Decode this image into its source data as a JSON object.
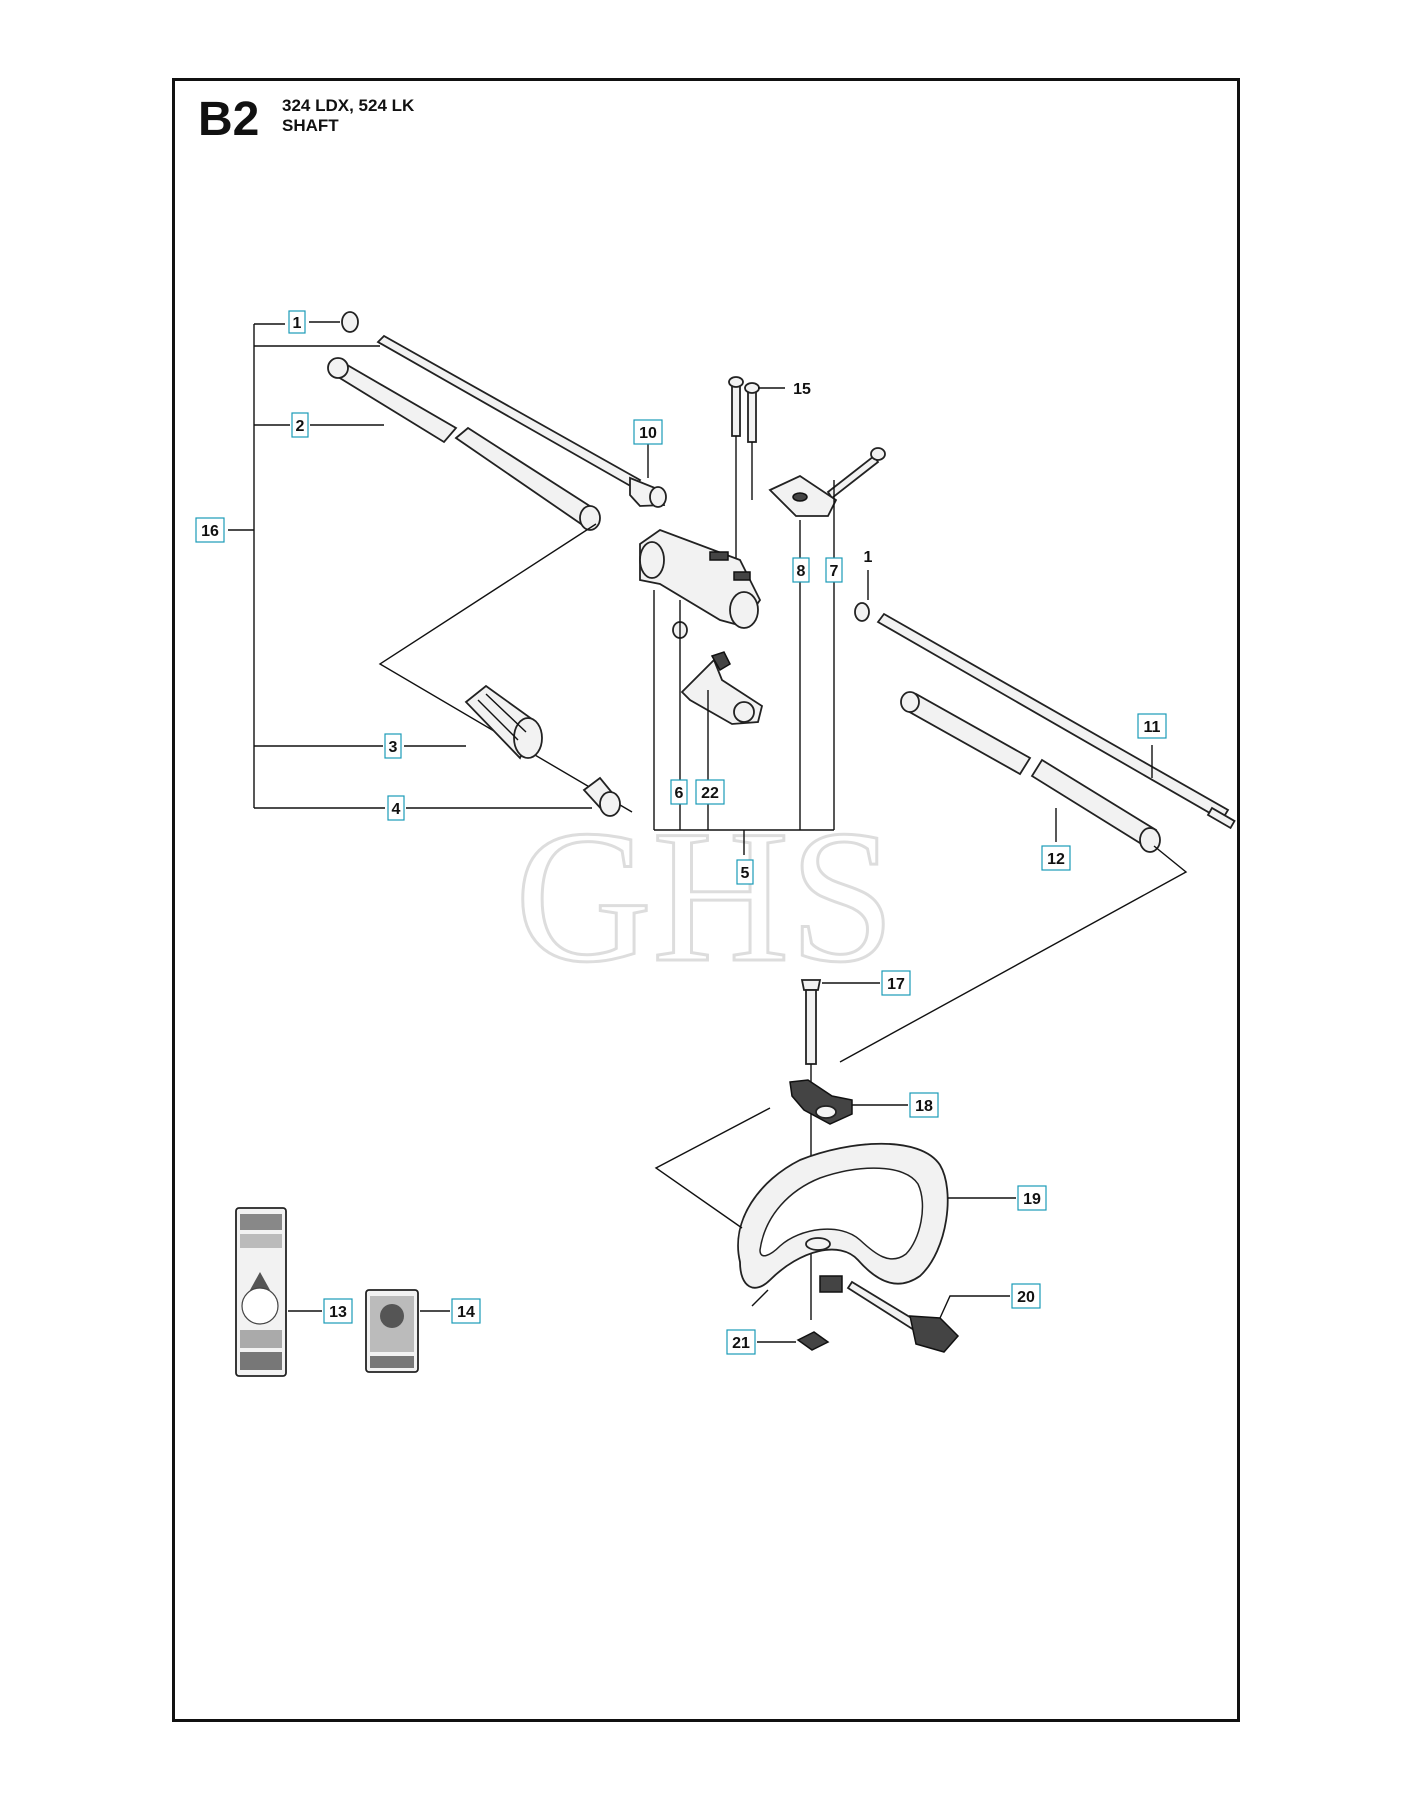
{
  "header": {
    "code": "B2",
    "models": "324 LDX, 524 LK",
    "subtitle": "SHAFT"
  },
  "watermark": "GHS",
  "callouts": {
    "c1a": "1",
    "c2": "2",
    "c16": "16",
    "c3": "3",
    "c4": "4",
    "c10": "10",
    "c15": "15",
    "c8": "8",
    "c7": "7",
    "c1b": "1",
    "c6": "6",
    "c22": "22",
    "c5": "5",
    "c11": "11",
    "c12": "12",
    "c17": "17",
    "c18": "18",
    "c19": "19",
    "c20": "20",
    "c21": "21",
    "c13": "13",
    "c14": "14"
  },
  "colors": {
    "callout_box": "#1a9bb8",
    "ink": "#111111",
    "watermark": "#e6e6e6"
  }
}
